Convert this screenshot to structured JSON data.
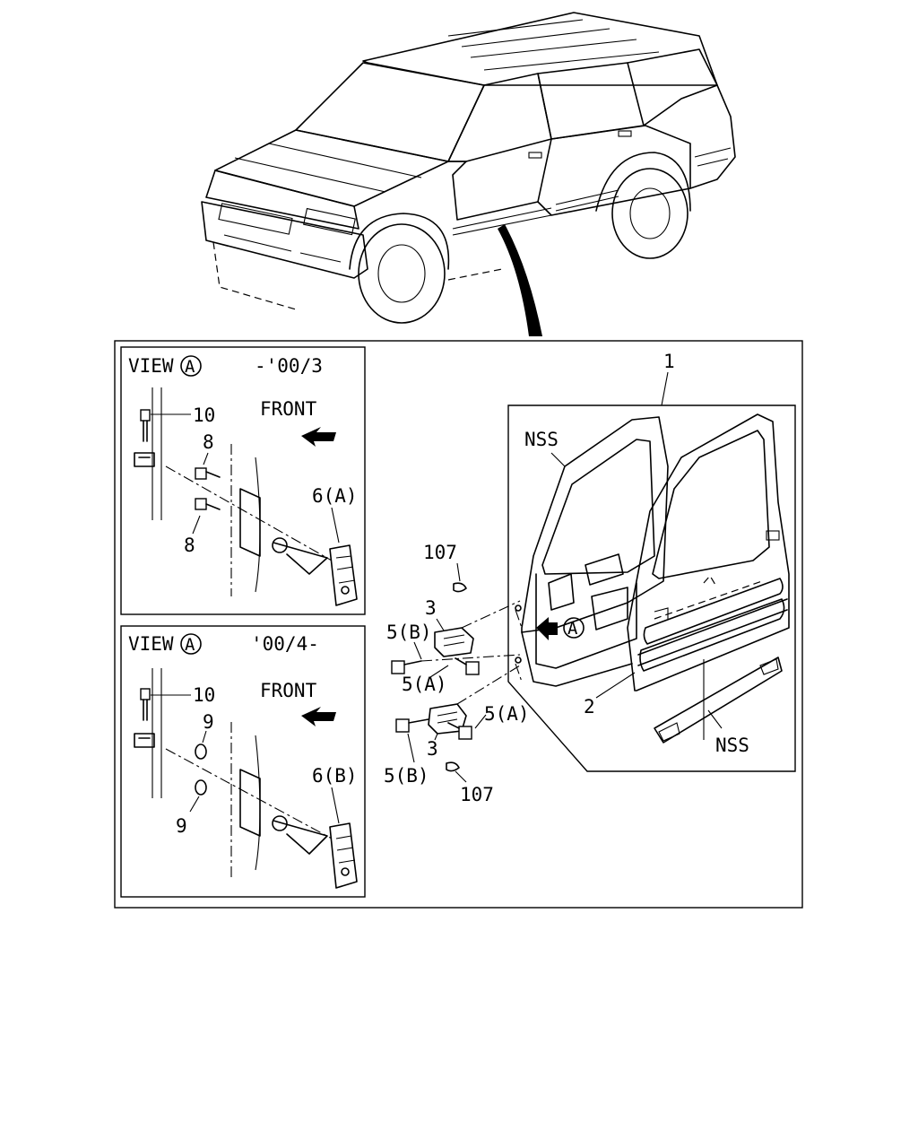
{
  "labels": {
    "item_1": "1",
    "item_2": "2",
    "item_3_upper": "3",
    "item_3_lower": "3",
    "item_5a_upper": "5(A)",
    "item_5a_lower": "5(A)",
    "item_5b_upper": "5(B)",
    "item_5b_lower": "5(B)",
    "item_107_upper": "107",
    "item_107_lower": "107",
    "nss_door": "NSS",
    "nss_strip": "NSS",
    "view_marker": "A"
  },
  "inset_top": {
    "view_text": "VIEW",
    "view_circle": "A",
    "period": "-'00/3",
    "front_text": "FRONT",
    "item_10": "10",
    "item_8_upper": "8",
    "item_8_lower": "8",
    "item_6": "6(A)"
  },
  "inset_bottom": {
    "view_text": "VIEW",
    "view_circle": "A",
    "period": "'00/4-",
    "front_text": "FRONT",
    "item_10": "10",
    "item_9_upper": "9",
    "item_9_lower": "9",
    "item_6": "6(B)"
  }
}
